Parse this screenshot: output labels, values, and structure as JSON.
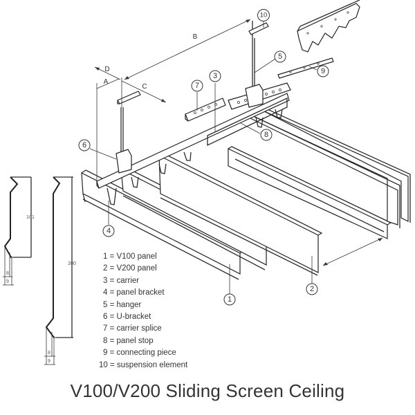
{
  "caption": "V100/V200 Sliding Screen Ceiling",
  "legend": [
    {
      "num": "1",
      "label": "V100 panel"
    },
    {
      "num": "2",
      "label": "V200 panel"
    },
    {
      "num": "3",
      "label": "carrier"
    },
    {
      "num": "4",
      "label": "panel bracket"
    },
    {
      "num": "5",
      "label": "hanger"
    },
    {
      "num": "6",
      "label": "U-bracket"
    },
    {
      "num": "7",
      "label": "carrier splice"
    },
    {
      "num": "8",
      "label": "panel stop"
    },
    {
      "num": "9",
      "label": "connecting piece"
    },
    {
      "num": "10",
      "label": "suspension element"
    }
  ],
  "legend_separator": " = ",
  "dimensions": {
    "A": "A",
    "B": "B",
    "C": "C",
    "D": "D"
  },
  "profiles": {
    "v100": {
      "height": "101",
      "lip1": "8",
      "lip2": "9"
    },
    "v200": {
      "height": "200",
      "lip1": "8",
      "lip2": "9"
    }
  },
  "callouts": [
    "1",
    "2",
    "3",
    "4",
    "5",
    "6",
    "7",
    "8",
    "9",
    "10"
  ]
}
